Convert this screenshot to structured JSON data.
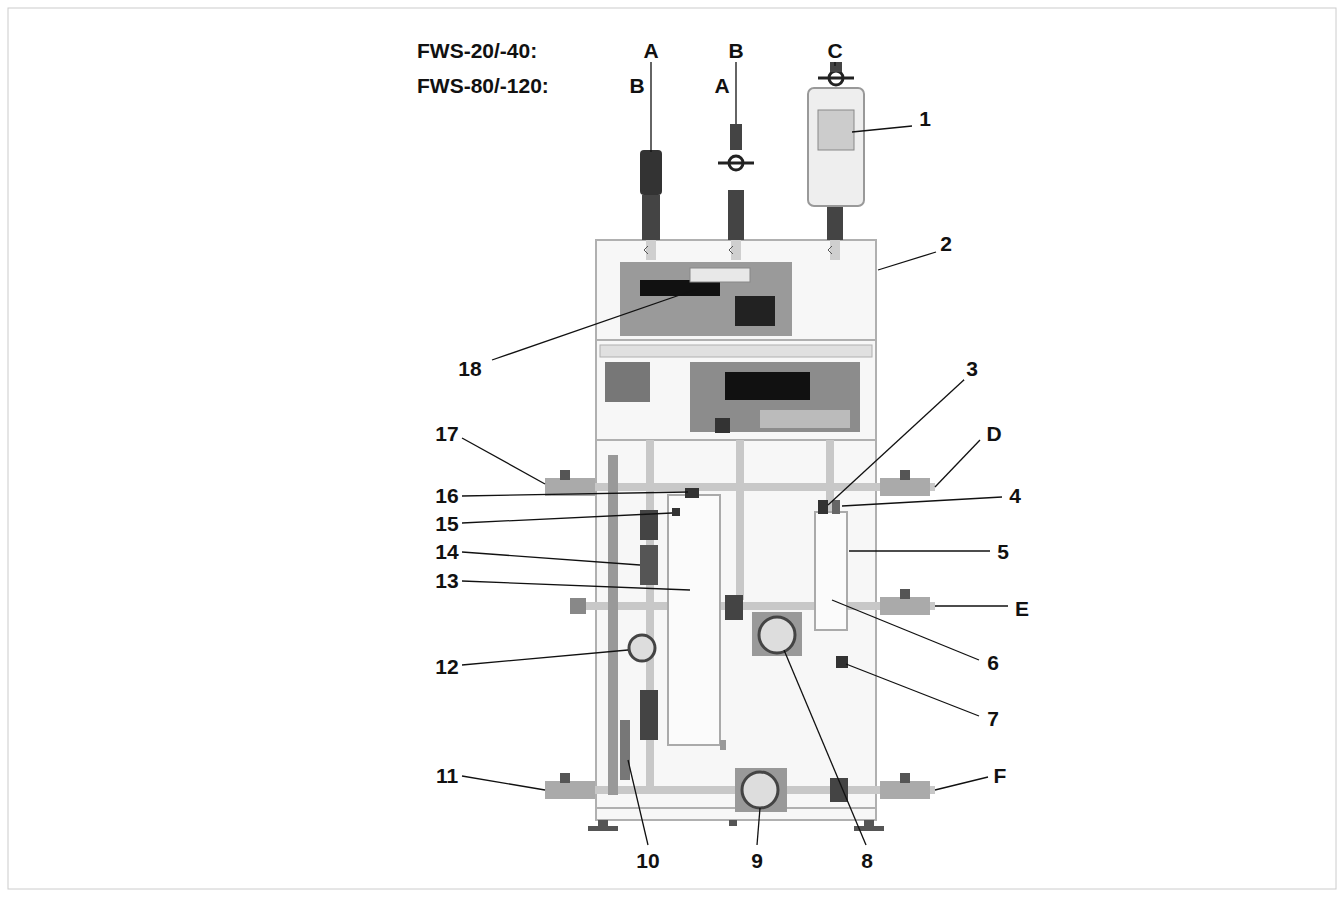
{
  "diagram": {
    "labels": [
      "FWS-20/-40:",
      "A",
      "B",
      "C",
      "FWS-80/-120:",
      "B",
      "A",
      "1",
      "2",
      "18",
      "3",
      "17",
      "D",
      "16",
      "4",
      "15",
      "5",
      "14",
      "E",
      "13",
      "6",
      "12",
      "7",
      "11",
      "F",
      "10",
      "9",
      "8"
    ]
  }
}
